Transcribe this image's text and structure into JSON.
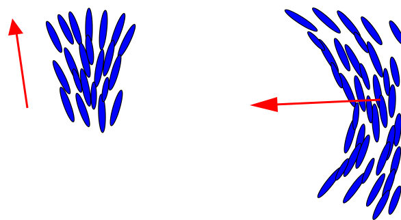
{
  "colors": {
    "background": "#ffffff",
    "ellipse_fill": "#0000ff",
    "ellipse_stroke": "#000000",
    "arrow": "#ff0000"
  },
  "groups": [
    {
      "name": "left-cluster",
      "ellipse_count": 22
    },
    {
      "name": "right-cluster",
      "ellipse_count": 39
    }
  ],
  "arrows": [
    {
      "name": "left-arrow",
      "direction": "up"
    },
    {
      "name": "right-arrow",
      "direction": "left"
    }
  ]
}
